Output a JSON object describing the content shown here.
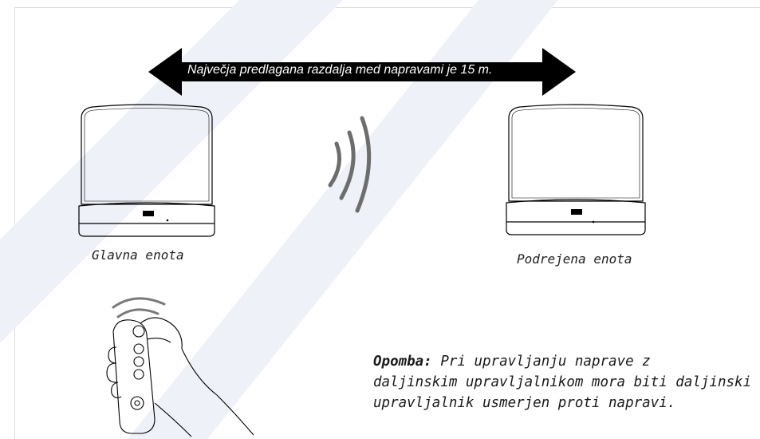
{
  "distance_label": "Največja predlagana razdalja med napravami je 15 m.",
  "devices": {
    "main_caption": "Glavna enota",
    "sub_caption": "Podrejena enota"
  },
  "note": {
    "label": "Opomba:",
    "line1": "Pri upravljanju naprave z",
    "line2": "daljinskim upravljalnikom mora biti daljinski",
    "line3": "upravljalnik usmerjen proti napravi."
  },
  "colors": {
    "arrow": "#000000",
    "watermark": "#eef1f7",
    "device_outline": "#000000",
    "signal": "#777777"
  }
}
